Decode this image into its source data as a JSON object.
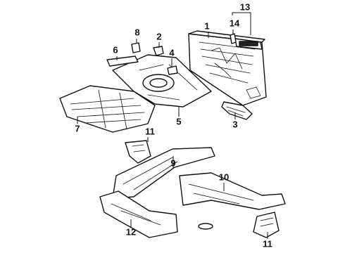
{
  "callouts": [
    {
      "id": "c1",
      "label": "1"
    },
    {
      "id": "c2",
      "label": "2"
    },
    {
      "id": "c3",
      "label": "3"
    },
    {
      "id": "c4",
      "label": "4"
    },
    {
      "id": "c5",
      "label": "5"
    },
    {
      "id": "c6",
      "label": "6"
    },
    {
      "id": "c7",
      "label": "7"
    },
    {
      "id": "c8",
      "label": "8"
    },
    {
      "id": "c9",
      "label": "9"
    },
    {
      "id": "c10",
      "label": "10"
    },
    {
      "id": "c11a",
      "label": "11"
    },
    {
      "id": "c11b",
      "label": "11"
    },
    {
      "id": "c12",
      "label": "12"
    },
    {
      "id": "c13",
      "label": "13"
    },
    {
      "id": "c14",
      "label": "14"
    }
  ],
  "colors": {
    "line": "#111111",
    "background": "#ffffff"
  }
}
